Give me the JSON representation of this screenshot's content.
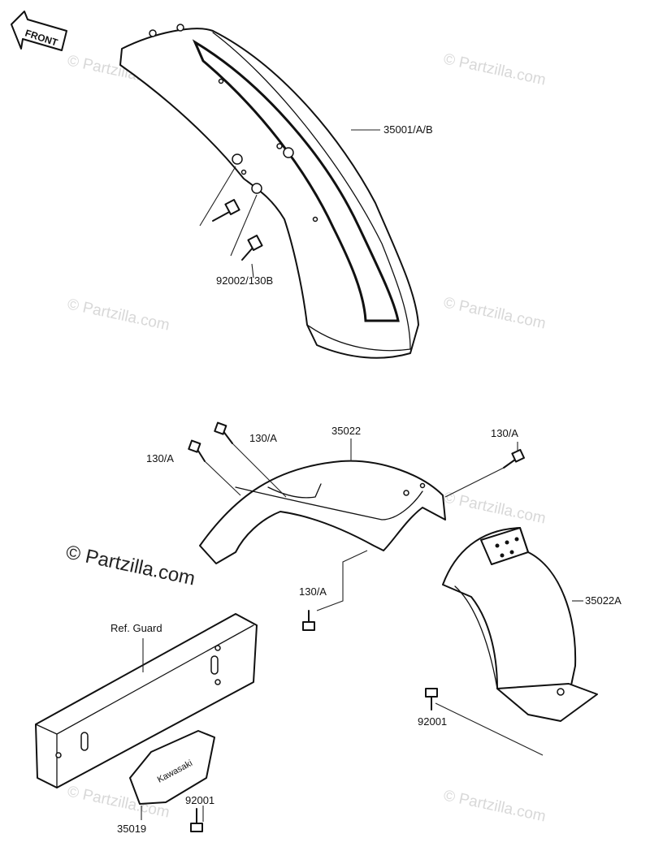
{
  "front_arrow": {
    "label": "FRONT"
  },
  "watermarks": [
    "© Partzilla.com",
    "© Partzilla.com",
    "© Partzilla.com",
    "© Partzilla.com",
    "© Partzilla.com",
    "© Partzilla.com",
    "© Partzilla.com",
    "© Partzilla.com"
  ],
  "part_labels": {
    "front_fender": "35001/A/B",
    "fender_bolt": "92002/130B",
    "rear_fender": "35022",
    "bolt_a1": "130/A",
    "bolt_a2": "130/A",
    "bolt_a3": "130/A",
    "bolt_a4": "130/A",
    "rear_fender_alt": "35022A",
    "ref_guard": "Ref. Guard",
    "bolt_guard": "92001",
    "bolt_rear": "92001",
    "bracket": "35019",
    "bracket_brand": "Kawasaki"
  },
  "colors": {
    "line": "#111111",
    "watermark": "#d8d8d8",
    "background": "#ffffff"
  }
}
